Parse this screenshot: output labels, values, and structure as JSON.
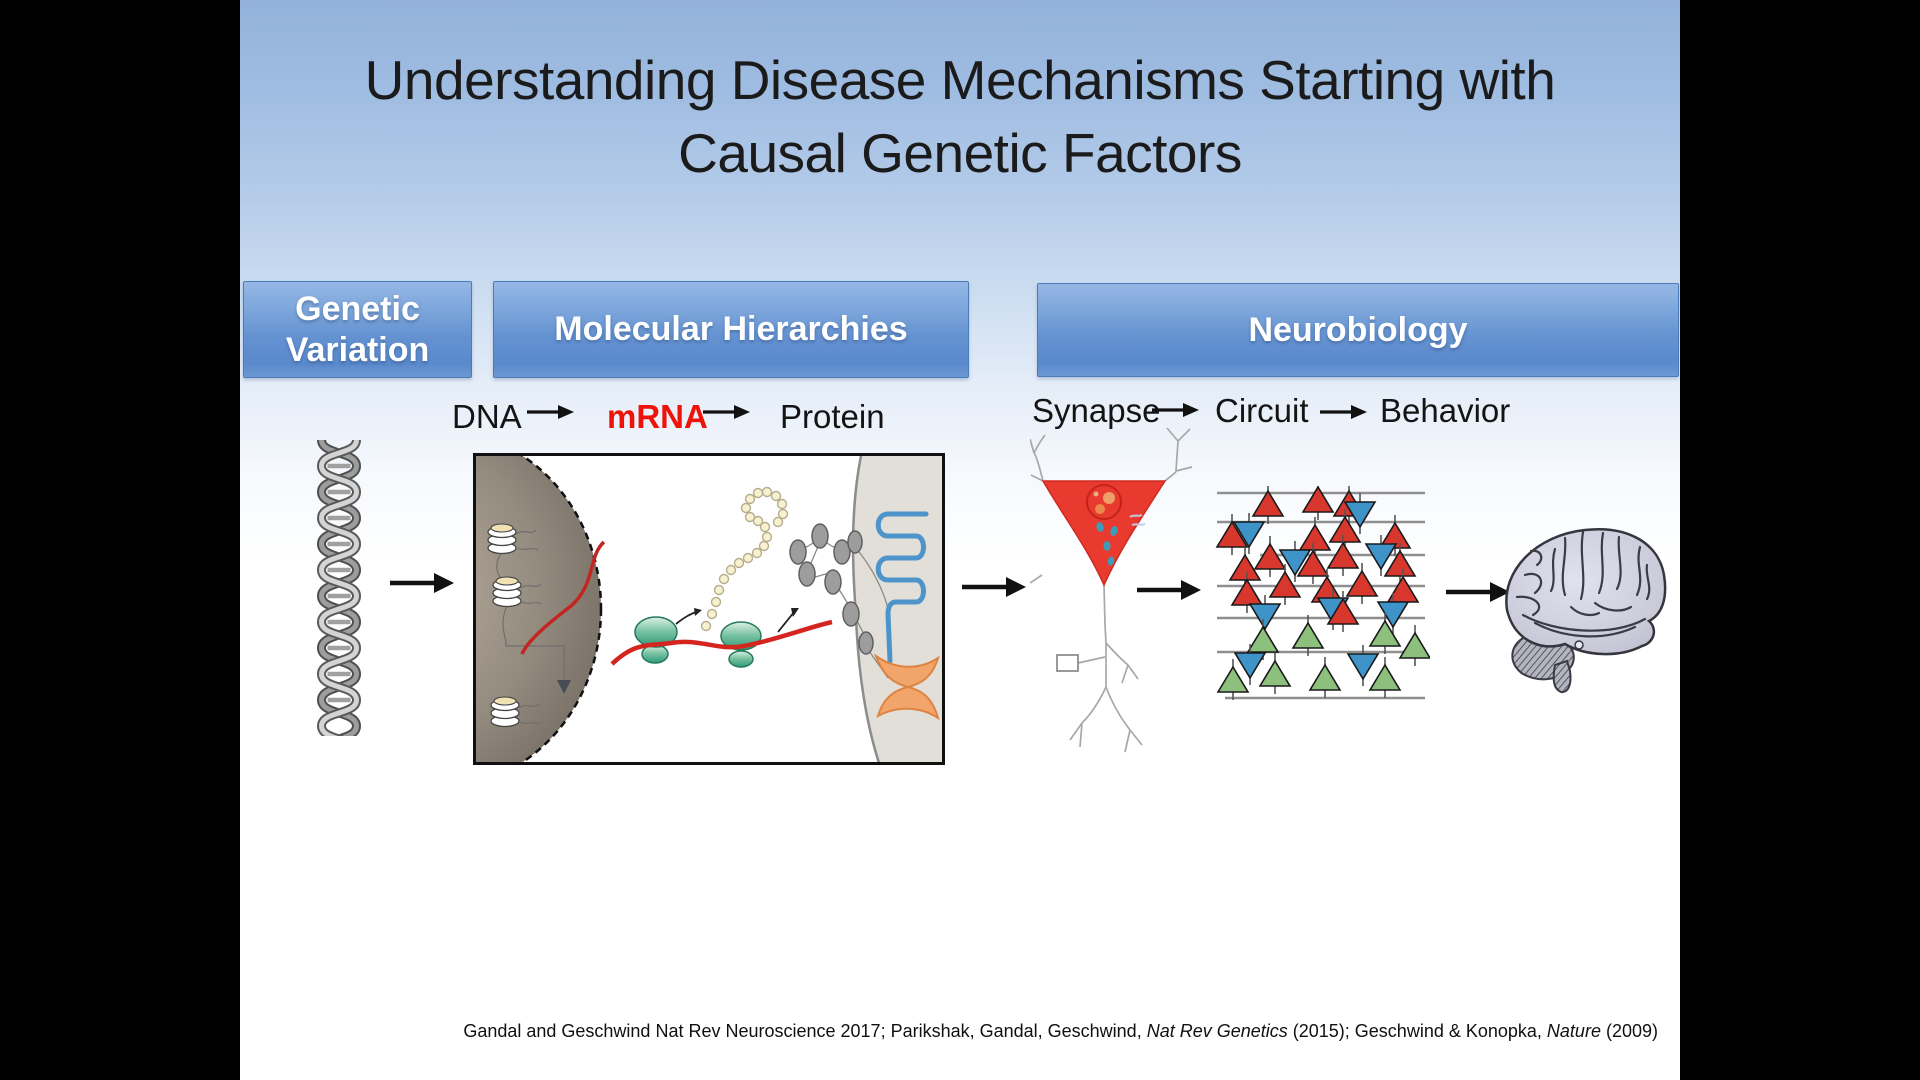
{
  "title": {
    "line1": "Understanding Disease Mechanisms Starting with",
    "line2": "Causal Genetic Factors"
  },
  "header_boxes": [
    "Genetic Variation",
    "Molecular Hierarchies",
    "Neurobiology"
  ],
  "molecular_flow": [
    "DNA",
    "mRNA",
    "Protein"
  ],
  "neuro_flow": [
    "Synapse",
    "Circuit",
    "Behavior"
  ],
  "citation": {
    "p1": "Gandal and Geschwind Nat Rev Neuroscience 2017; Parikshak, Gandal, Geschwind, ",
    "i1": "Nat Rev Genetics",
    "p2": " (2015); Geschwind & Konopka, ",
    "i2": "Nature",
    "p3": " (2009)"
  },
  "colors": {
    "header_box_blue": "#5a89cc",
    "mrna_highlight_red": "#ee1309",
    "neuron_red": "#e83a2e",
    "circuit_neuron_red": "#d8372e",
    "circuit_neuron_blue": "#3e93c8",
    "circuit_neuron_green": "#8dc07c",
    "background_top_blue": "#93b2db"
  },
  "illustrations": [
    "dna-double-helix",
    "cell-transcription-translation-diagram",
    "synapse-neuron",
    "cortical-circuit-neurons",
    "human-brain-lateral"
  ]
}
